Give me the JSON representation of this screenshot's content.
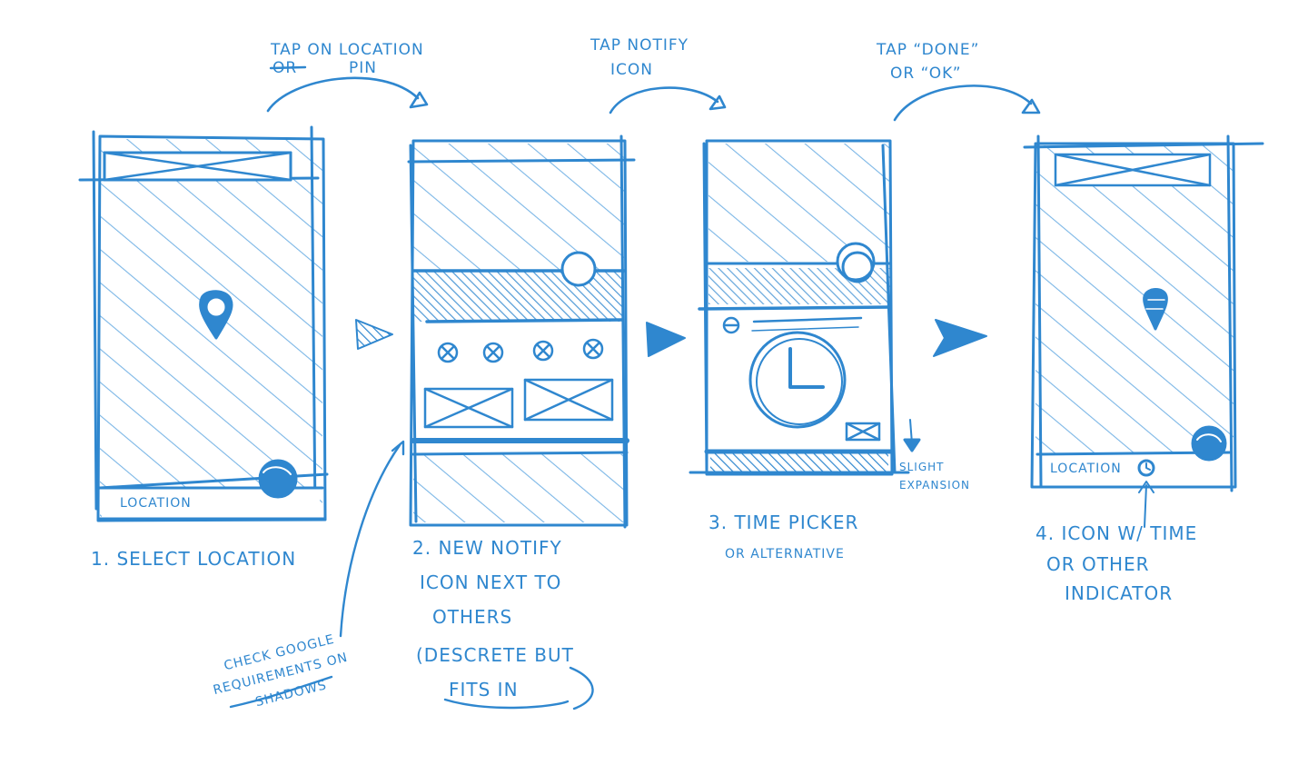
{
  "colors": {
    "ink": "#2f87cf",
    "ink_light": "#7bb6e6",
    "background": "#ffffff"
  },
  "transitions": [
    {
      "line1": "TAP ON LOCATION",
      "line2_or": "OR",
      "line2_rest": "PIN"
    },
    {
      "line1": "TAP NOTIFY",
      "line2": "ICON"
    },
    {
      "line1": "TAP “DONE”",
      "line2": "OR “OK”"
    }
  ],
  "screens": [
    {
      "caption": [
        "1. SELECT LOCATION"
      ],
      "bottom_bar_label": "LOCATION",
      "icons": [
        "map-pin-icon",
        "floating-action-icon"
      ]
    },
    {
      "caption": [
        "2. NEW NOTIFY",
        "ICON NEXT TO",
        "OTHERS",
        "(DESCRETE BUT",
        "FITS IN"
      ],
      "icons": [
        "circle-button-icon",
        "crossed-circle-icon",
        "image-placeholder-icon"
      ]
    },
    {
      "caption": [
        "3. TIME PICKER",
        "OR ALTERNATIVE"
      ],
      "annotation": [
        "SLIGHT",
        "EXPANSION"
      ],
      "icons": [
        "clock-icon",
        "circle-button-icon"
      ]
    },
    {
      "caption": [
        "4. ICON W/ TIME",
        "OR OTHER",
        "INDICATOR"
      ],
      "bottom_bar_label": "LOCATION",
      "icons": [
        "map-pin-icon",
        "floating-action-icon",
        "alarm-indicator-icon"
      ]
    }
  ],
  "note": [
    "CHECK GOOGLE",
    "REQUIREMENTS ON",
    "SHADOWS"
  ]
}
